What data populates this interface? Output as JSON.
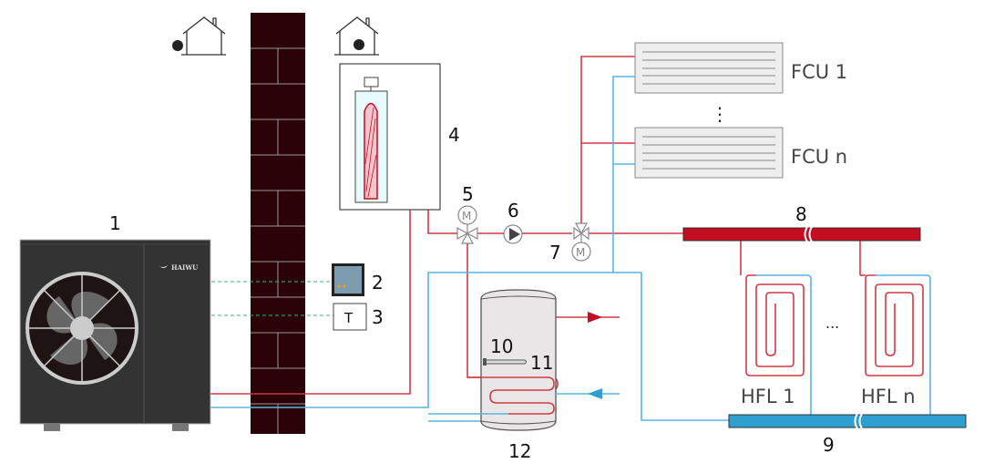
{
  "colors": {
    "supply_red": "#d23a48",
    "return_blue": "#5ab4e0",
    "wall": "#2a0207",
    "unit_body": "#333333",
    "bar_red": "#c20d23",
    "bar_blue": "#2f9fd0"
  },
  "icons": [
    "house-outdoor-icon",
    "house-indoor-icon",
    "fan-icon",
    "motorized-valve-icon",
    "pump-icon",
    "arrow-icon"
  ],
  "labels": {
    "n1": "1",
    "n2": "2",
    "n3": "3",
    "n4": "4",
    "n5": "5",
    "n6": "6",
    "n7": "7",
    "n8": "8",
    "n9": "9",
    "n10": "10",
    "n11": "11",
    "n12": "12",
    "thermostat": "T",
    "logo": "HAIWU",
    "motor": "M",
    "fcu1": "FCU 1",
    "fcun": "FCU n",
    "hfl1": "HFL 1",
    "hfln": "HFL n",
    "vdots": "⋮",
    "hdots": "..."
  }
}
